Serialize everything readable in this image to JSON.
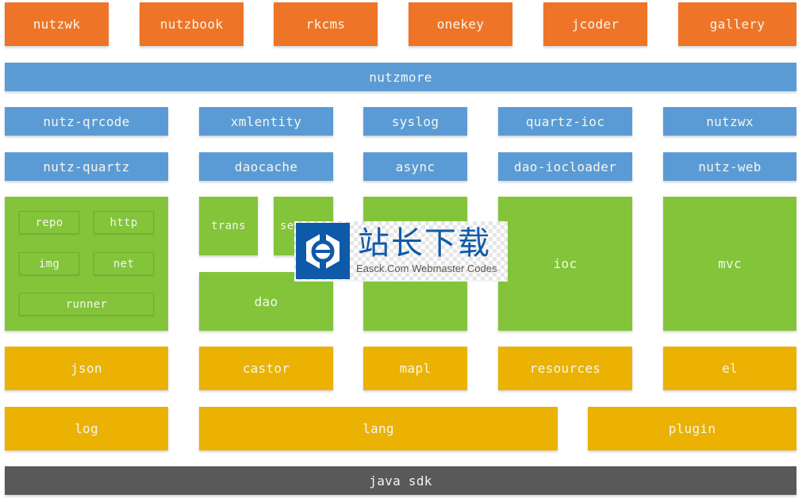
{
  "colors": {
    "apps": "#ee7527",
    "plugins": "#5b9bd5",
    "modules": "#83c43b",
    "core": "#ebb204",
    "base": "#595959"
  },
  "apps_row": [
    "nutzwk",
    "nutzbook",
    "rkcms",
    "onekey",
    "jcoder",
    "gallery"
  ],
  "nutzmore": "nutzmore",
  "plugins_row1": [
    "nutz-qrcode",
    "xmlentity",
    "syslog",
    "quartz-ioc",
    "nutzwx"
  ],
  "plugins_row2": [
    "nutz-quartz",
    "daocache",
    "async",
    "dao-iocloader",
    "nutz-web"
  ],
  "modules": {
    "misc": [
      "repo",
      "http",
      "img",
      "net",
      "runner"
    ],
    "dao_group": {
      "trans": "trans",
      "partial": "se",
      "dao": "dao"
    },
    "ioc": "ioc",
    "mvc": "mvc"
  },
  "core_row1": [
    "json",
    "castor",
    "mapl",
    "resources",
    "el"
  ],
  "core_row2": [
    "log",
    "lang",
    "plugin"
  ],
  "base": "java sdk",
  "watermark": {
    "icon": "easck-e-logo-icon",
    "title": "站长下载",
    "subtitle": "Easck.Com Webmaster Codes"
  }
}
